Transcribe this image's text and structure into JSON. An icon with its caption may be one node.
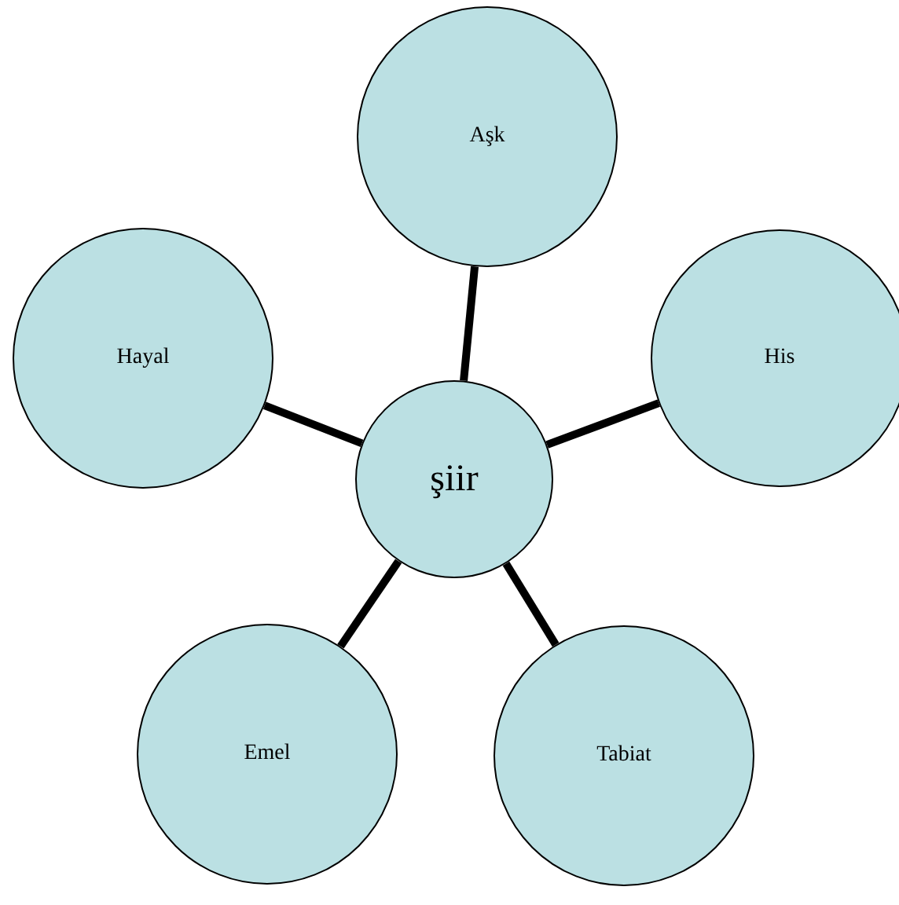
{
  "diagram": {
    "nodes": [
      {
        "text": [
          "Aşk"
        ]
      },
      {
        "text": [
          "Hayal"
        ]
      },
      {
        "text": [
          "His"
        ]
      },
      {
        "text": [
          "şiir"
        ]
      },
      {
        "text": [
          "Emel"
        ]
      },
      {
        "text": [
          "Tabiat"
        ]
      }
    ],
    "edges": [
      {
        "from": 3,
        "to": 0,
        "arrow": "none"
      },
      {
        "from": 3,
        "to": 2,
        "arrow": "none"
      },
      {
        "from": 3,
        "to": 1,
        "arrow": "none"
      },
      {
        "from": 3,
        "to": 4,
        "arrow": "none"
      },
      {
        "from": 3,
        "to": 5,
        "arrow": "none"
      }
    ]
  }
}
